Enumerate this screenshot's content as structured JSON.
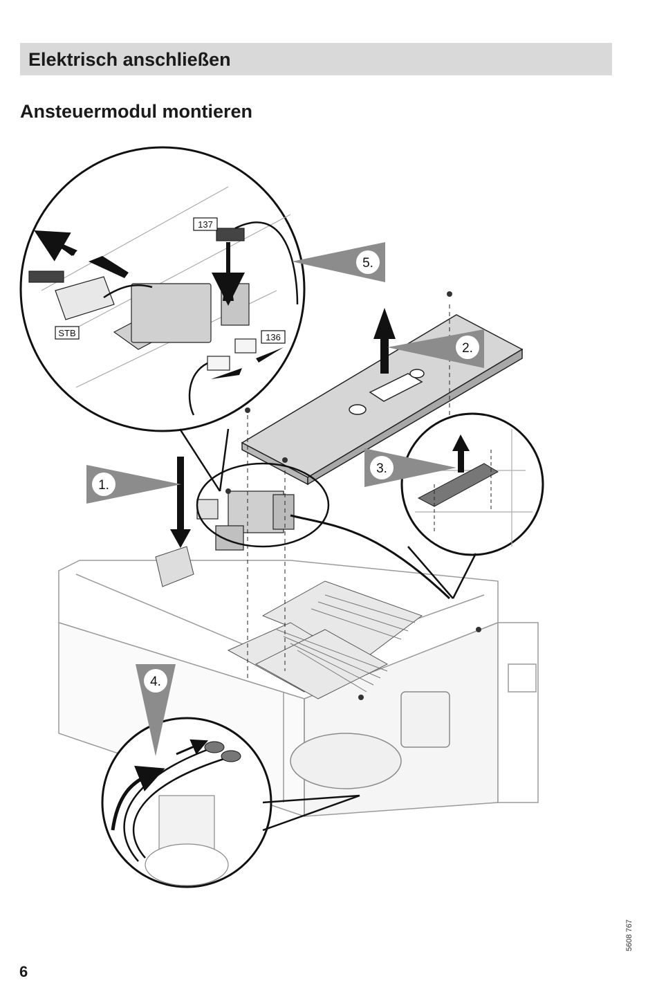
{
  "header": {
    "section_title": "Elektrisch anschließen"
  },
  "page": {
    "subtitle": "Ansteuermodul montieren",
    "page_number": "6",
    "doc_number": "5608 767"
  },
  "figure": {
    "steps": [
      "1.",
      "2.",
      "3.",
      "4.",
      "5."
    ],
    "connector_labels": {
      "stb": "STB",
      "c137": "137",
      "c136": "136"
    }
  }
}
